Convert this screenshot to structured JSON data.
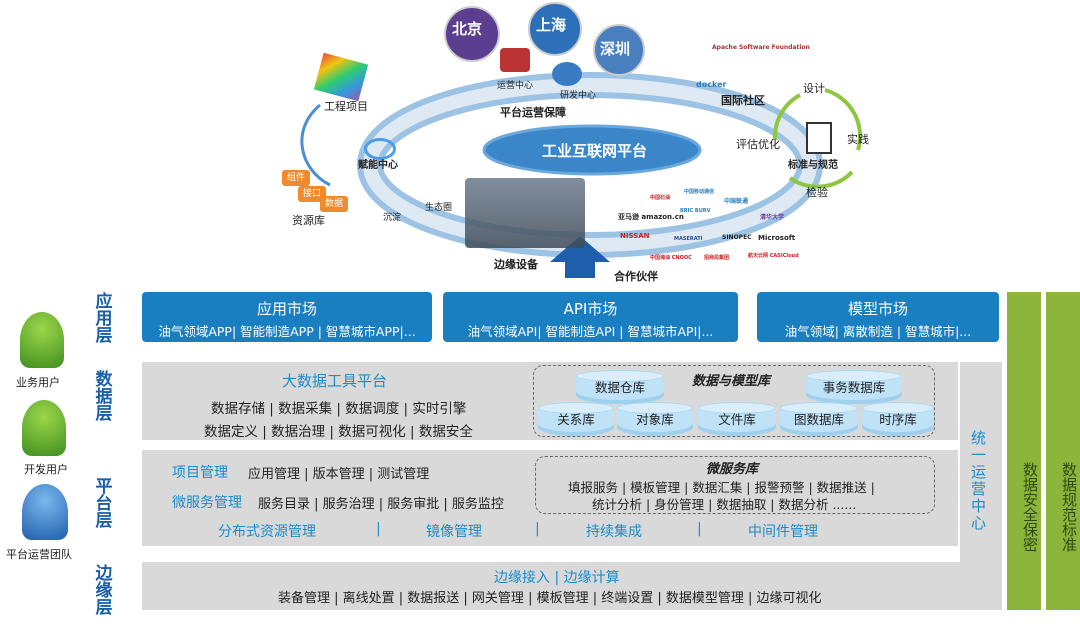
{
  "top": {
    "cities": [
      "北京",
      "上海",
      "深圳"
    ],
    "ops_center": "运营中心",
    "rd_center": "研发中心",
    "platform_ops": "平台运营保障",
    "engineering": "工程项目",
    "empower_center": "赋能中心",
    "resource_lib": "资源库",
    "resource_items": [
      "组件",
      "接口",
      "数据"
    ],
    "sediment": "沉淀",
    "ecosystem": "生态圈",
    "platform_title": "工业互联网平台",
    "edge_devices": "边缘设备",
    "partners": "合作伙伴",
    "intl_community": "国际社区",
    "community_logos": [
      "Apache Software Foundation",
      "docker"
    ],
    "cycle": [
      "设计",
      "实践",
      "检验",
      "评估优化"
    ],
    "standards": "标准与规范",
    "partner_logos": [
      "中国石油",
      "中国移动通信",
      "BRIC BURV",
      "中国联通",
      "亚马逊 amazon.cn",
      "NISSAN",
      "MASERATI",
      "SINOPEC",
      "清华大学",
      "Microsoft",
      "中国海油 CNOOC",
      "招商局集团",
      "航天云网 CASICloud"
    ]
  },
  "layers": {
    "app": "应用层",
    "data": "数据层",
    "platform": "平台层",
    "edge": "边缘层"
  },
  "users": [
    "业务用户",
    "开发用户",
    "平台运营团队"
  ],
  "markets": [
    {
      "title": "应用市场",
      "sub": "油气领域APP| 智能制造APP | 智慧城市APP|..."
    },
    {
      "title": "API市场",
      "sub": "油气领域API| 智能制造API | 智慧城市API|..."
    },
    {
      "title": "模型市场",
      "sub": "油气领域| 离散制造 | 智慧城市|..."
    }
  ],
  "data_layer": {
    "title": "大数据工具平台",
    "line1": "数据存储 | 数据采集 | 数据调度 | 实时引擎",
    "line2": "数据定义 | 数据治理 | 数据可视化 | 数据安全",
    "lib_title": "数据与模型库",
    "dbs_top": [
      "数据仓库",
      "事务数据库"
    ],
    "dbs_bottom": [
      "关系库",
      "对象库",
      "文件库",
      "图数据库",
      "时序库"
    ]
  },
  "platform_layer": {
    "proj_title": "项目管理",
    "proj_items": "应用管理 | 版本管理 | 测试管理",
    "ms_title": "微服务管理",
    "ms_items": "服务目录 | 服务治理 | 服务审批 | 服务监控",
    "lib_title": "微服务库",
    "lib_line1": "填报服务 | 模板管理 | 数据汇集 | 报警预警 | 数据推送 |",
    "lib_line2": "统计分析 | 身份管理 | 数据抽取 | 数据分析 ......",
    "bottom": [
      "分布式资源管理",
      "镜像管理",
      "持续集成",
      "中间件管理"
    ],
    "sep": "|"
  },
  "edge_layer": {
    "title": "边缘接入 | 边缘计算",
    "items": "装备管理 | 离线处置 | 数据报送 | 网关管理 | 模板管理 | 终端设置 | 数据模型管理 | 边缘可视化"
  },
  "side": {
    "ops_center": "统一运营中心",
    "security": "数据安全保密",
    "standards": "数据规范标准"
  },
  "colors": {
    "market_blue": "#1a7fc1",
    "layer_text": "#1a5ea8",
    "accent_text": "#1a8ccc",
    "green_bar": "#8db53c"
  }
}
